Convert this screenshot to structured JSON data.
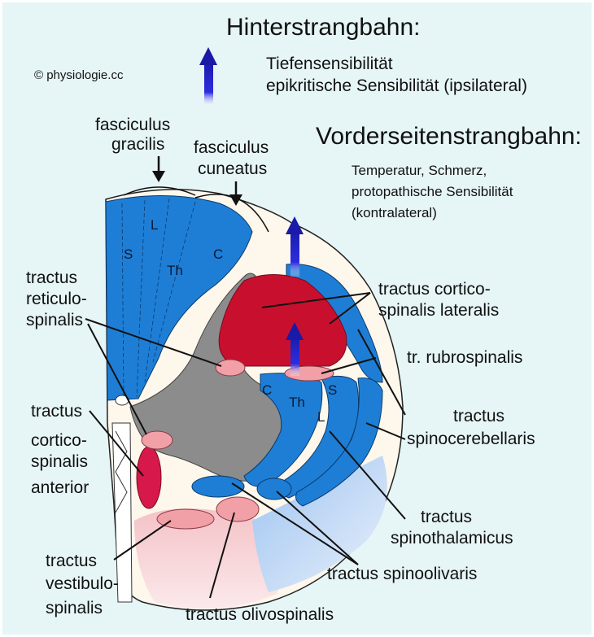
{
  "copyright": "© physiologie.cc",
  "legend": {
    "dorsal_title": "Hinterstrangbahn:",
    "dorsal_line1": "Tiefensensibilität",
    "dorsal_line2": "epikritische Sensibilität (ipsilateral)",
    "ventral_title": "Vorderseitenstrangbahn:",
    "ventral_line1": "Temperatur, Schmerz,",
    "ventral_line2": "protopathische Sensibilität",
    "ventral_line3": "(kontralateral)"
  },
  "labels": {
    "gracilis_1": "fasciculus",
    "gracilis_2": "gracilis",
    "cuneatus_1": "fasciculus",
    "cuneatus_2": "cuneatus",
    "reticulo_1": "tractus",
    "reticulo_2": "reticulo-",
    "reticulo_3": "spinalis",
    "cs_ant_1": "tractus",
    "cs_ant_2": "cortico-",
    "cs_ant_3": "spinalis",
    "cs_ant_4": "anterior",
    "vestib_1": "tractus",
    "vestib_2": "vestibulo-",
    "vestib_3": "spinalis",
    "olivo": "tractus olivospinalis",
    "cs_lat_1": "tractus cortico-",
    "cs_lat_2": "spinalis lateralis",
    "rubro": "tr. rubrospinalis",
    "spinocer_1": "tractus",
    "spinocer_2": "spinocerebellaris",
    "spinothal_1": "tractus",
    "spinothal_2": "spinothalamicus",
    "spinooliv": "tractus spinoolivaris"
  },
  "segments": {
    "dorsal": [
      "S",
      "L",
      "Th",
      "C"
    ],
    "ventral": [
      "C",
      "Th",
      "L",
      "S"
    ]
  },
  "colors": {
    "background": "#e6f5f6",
    "dorsal_column": "#1e7ed6",
    "gray_matter": "#8c8c8c",
    "corticospinal": "#c8102e",
    "descending_pink": "#f2a0a8",
    "arrow_blue": "#1a1aa8"
  }
}
